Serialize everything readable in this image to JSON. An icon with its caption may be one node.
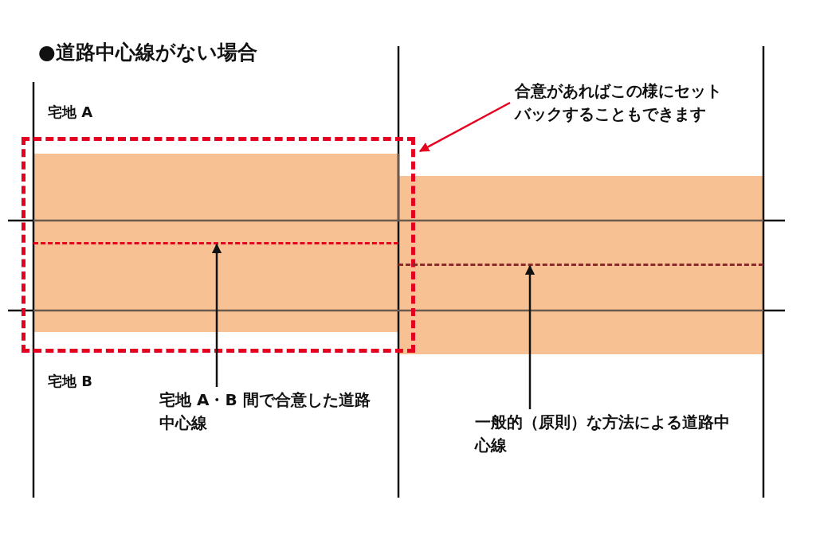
{
  "diagram": {
    "title": "●道路中心線がない場合",
    "nodes": [
      {
        "text": [
          "合意があればこの様にセットバックすることもできます"
        ]
      },
      {
        "text": [],
        "shape": "box"
      },
      {
        "text": [
          "宅地 A・B 間で合意した道路中心線"
        ]
      },
      {
        "text": [],
        "shape": "line",
        "in": 1
      },
      {
        "text": [
          "一般的（原則）な方法による道路中心線"
        ]
      },
      {
        "text": [],
        "shape": "line"
      }
    ],
    "edges": [
      {
        "from": 0,
        "to": 1,
        "arrow": "to",
        "color": "#e60020"
      },
      {
        "from": 2,
        "to": 3,
        "arrow": "to"
      },
      {
        "from": 4,
        "to": 5,
        "arrow": "to"
      }
    ],
    "labels": [
      "宅地 A",
      "宅地 B"
    ]
  }
}
